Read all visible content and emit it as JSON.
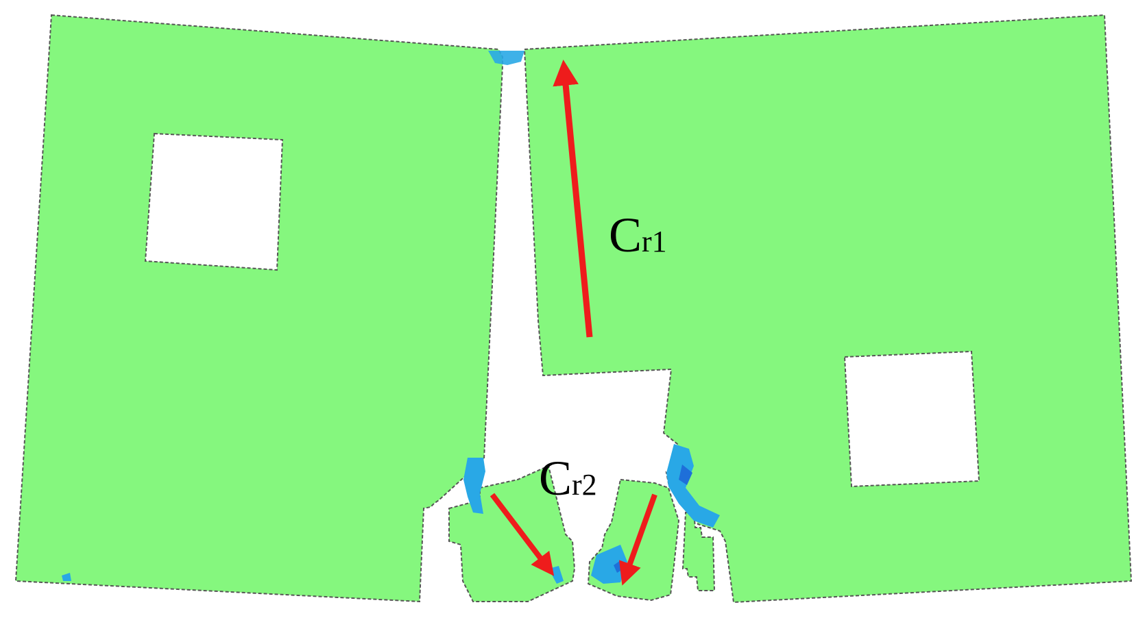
{
  "colors": {
    "background": "#ffffff",
    "block_fill": "#85f77e",
    "outline": "#555555",
    "stress_cyan": "#29a8e6",
    "stress_blue": "#1e6fd9",
    "arrow": "#ee1c1c"
  },
  "labels": {
    "crack1": {
      "main": "C",
      "sub": "r1"
    },
    "crack2": {
      "main": "C",
      "sub": "r2"
    }
  }
}
